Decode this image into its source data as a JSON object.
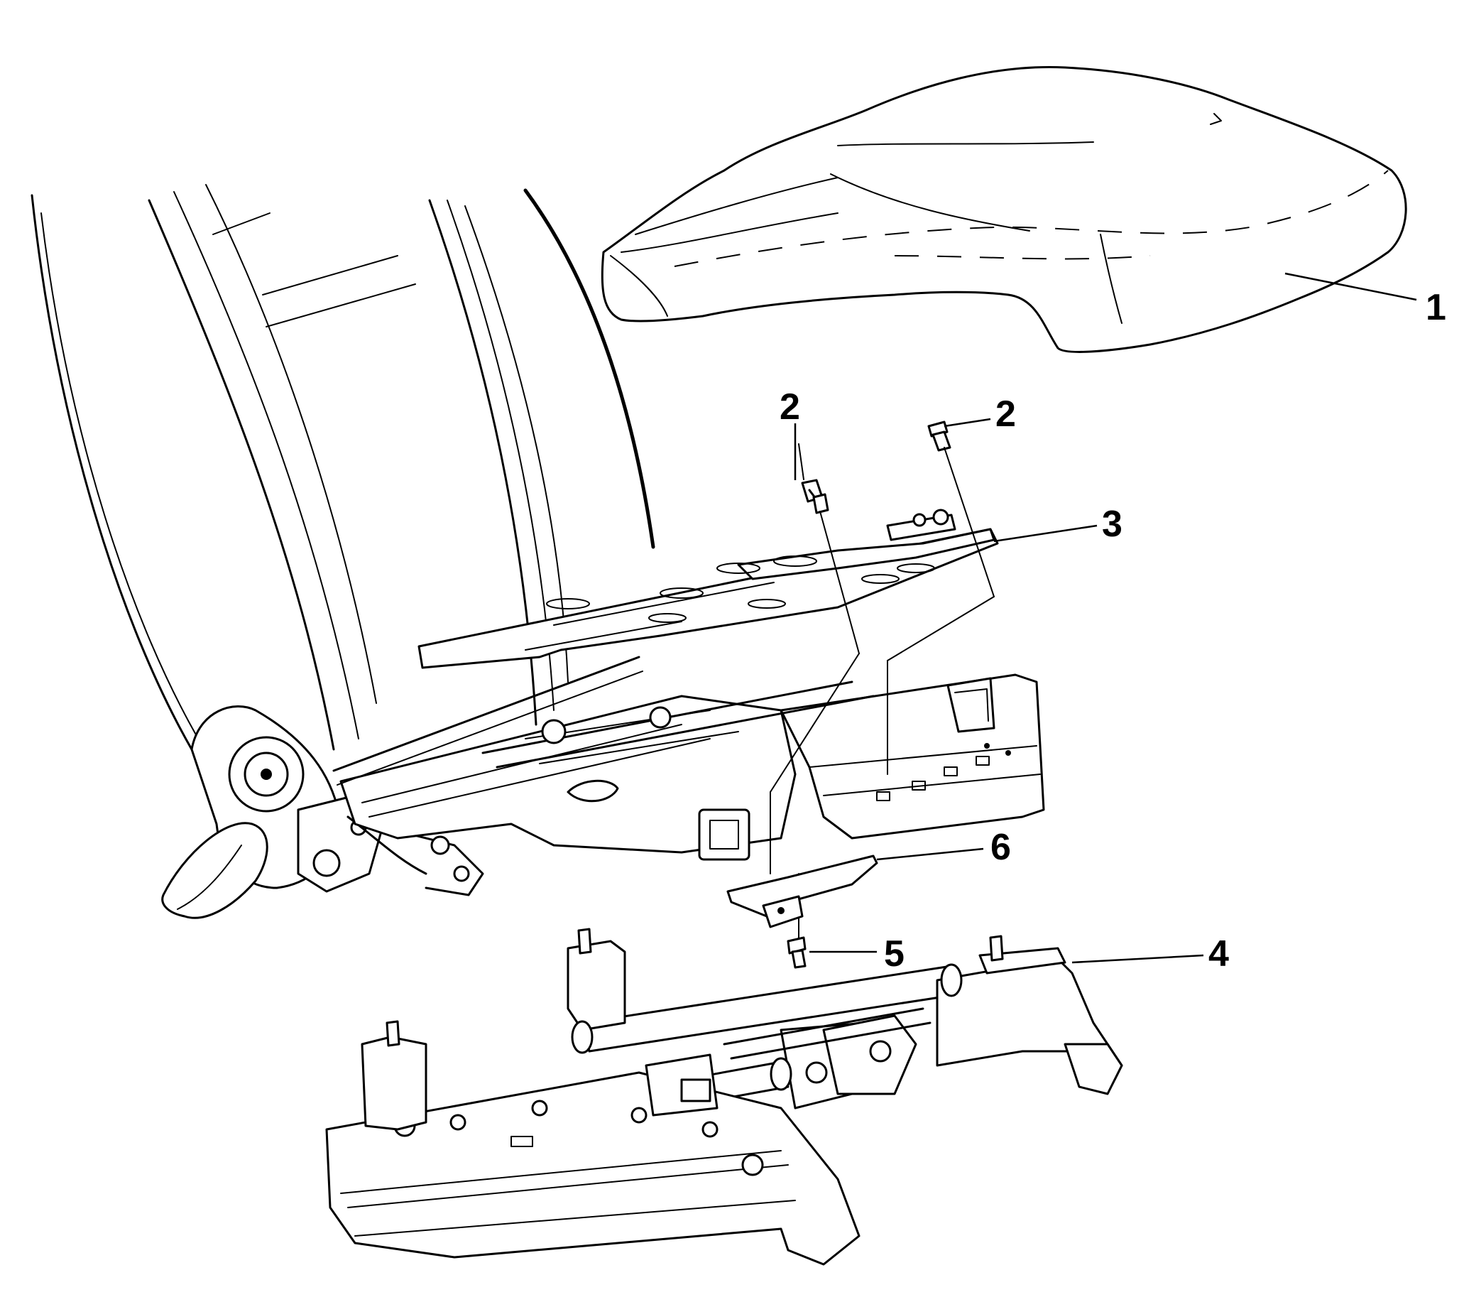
{
  "diagram": {
    "callouts": [
      {
        "id": "c1",
        "text": "1"
      },
      {
        "id": "c2a",
        "text": "2"
      },
      {
        "id": "c2b",
        "text": "2"
      },
      {
        "id": "c3",
        "text": "3"
      },
      {
        "id": "c4",
        "text": "4"
      },
      {
        "id": "c5",
        "text": "5"
      },
      {
        "id": "c6",
        "text": "6"
      }
    ]
  }
}
